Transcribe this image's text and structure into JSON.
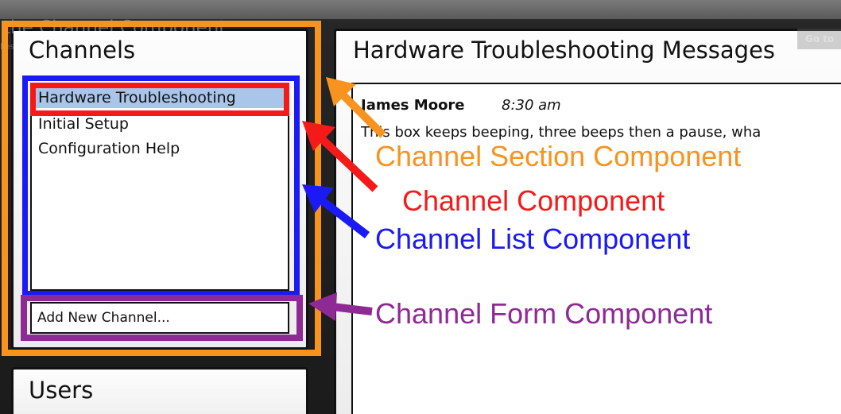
{
  "video": {
    "title": "the Channel Component",
    "subtitle": "Lesson",
    "goto_label": "Go to"
  },
  "channels_panel": {
    "title": "Channels",
    "items": [
      {
        "label": "Hardware Troubleshooting",
        "selected": true
      },
      {
        "label": "Initial Setup",
        "selected": false
      },
      {
        "label": "Configuration Help",
        "selected": false
      }
    ],
    "add_placeholder": "Add New Channel..."
  },
  "users_panel": {
    "title": "Users"
  },
  "messages_panel": {
    "title": "Hardware Troubleshooting Messages",
    "messages": [
      {
        "author": "James Moore",
        "time": "8:30 am",
        "text": "This box keeps beeping, three beeps then a pause, wha"
      }
    ]
  },
  "annotations": {
    "section": {
      "label": "Channel Section Component",
      "color": "#f7931e"
    },
    "channel": {
      "label": "Channel Component",
      "color": "#f51a1a"
    },
    "list": {
      "label": "Channel List Component",
      "color": "#1a1af5"
    },
    "form": {
      "label": "Channel Form Component",
      "color": "#8e2a93"
    }
  }
}
